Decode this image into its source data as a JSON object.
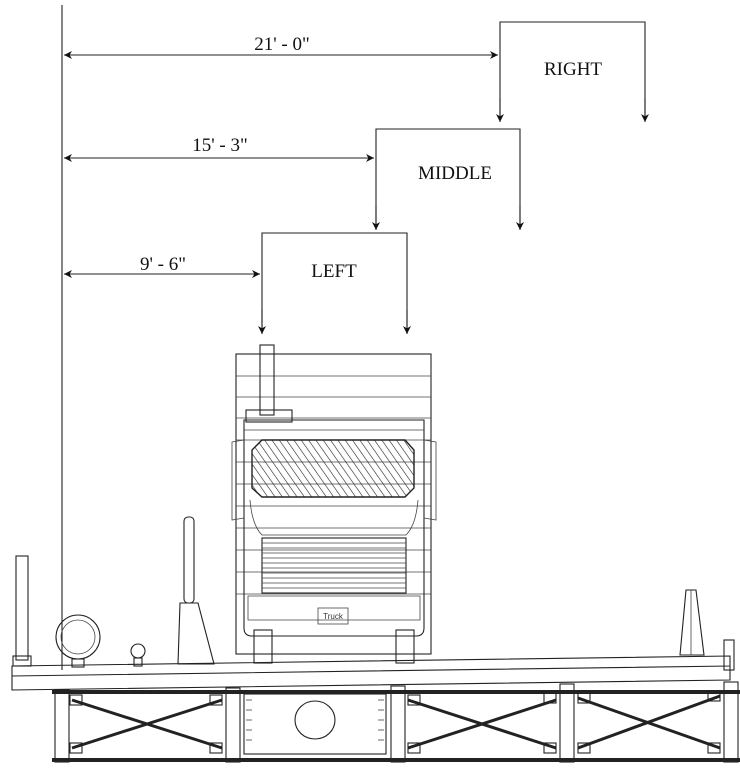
{
  "diagram": {
    "dimensions": [
      {
        "id": "right",
        "text": "21' - 0\""
      },
      {
        "id": "middle",
        "text": "15' - 3\""
      },
      {
        "id": "left",
        "text": "9' - 6\""
      }
    ],
    "lanes": [
      {
        "id": "right",
        "label": "RIGHT"
      },
      {
        "id": "middle",
        "label": "MIDDLE"
      },
      {
        "id": "left",
        "label": "LEFT"
      }
    ],
    "truck_plate": "Truck"
  }
}
